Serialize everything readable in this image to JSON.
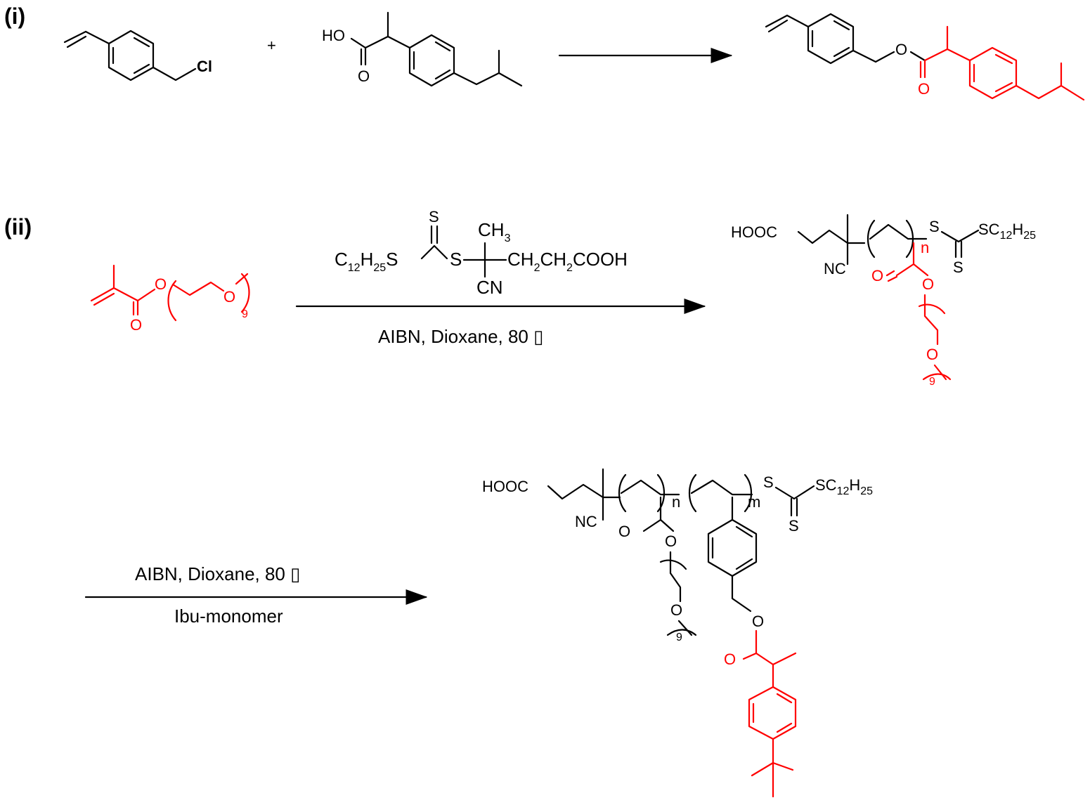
{
  "panels": {
    "i": {
      "tag": "(i)"
    },
    "ii": {
      "tag": "(ii)"
    }
  },
  "reaction_i": {
    "plus": "+",
    "cl": "Cl",
    "ho": "HO",
    "o_carbonyl": "O",
    "o_ester": "O"
  },
  "reaction_ii": {
    "raft_s_top": "S",
    "raft_c12": "C",
    "raft_c12_sub": "12",
    "raft_h25": "H",
    "raft_h25_sub": "25",
    "raft_s1": "S",
    "raft_s2": "S",
    "raft_ch3": "CH",
    "raft_ch3_sub": "3",
    "raft_chain": "CH",
    "raft_chain_sub1": "2",
    "raft_chain_mid": "CH",
    "raft_chain_sub2": "2",
    "raft_chain_end": "COOH",
    "raft_cn": "CN",
    "conditions_1": "AIBN, Dioxane, 80 ▯",
    "conditions_2": "AIBN, Dioxane, 80 ▯",
    "reagent_2": "Ibu-monomer",
    "peg_o": "O",
    "peg_repeat": "9",
    "p1_hooc": "HOOC",
    "p1_nc": "NC",
    "p1_n": "n",
    "p1_s1": "S",
    "p1_s2": "S",
    "p1_sc": "SC",
    "p1_sc_sub": "12",
    "p1_h": "H",
    "p1_h_sub": "25",
    "p2_hooc": "HOOC",
    "p2_nc": "NC",
    "p2_n": "n",
    "p2_m": "m",
    "p2_s1": "S",
    "p2_s2": "S",
    "p2_sc": "SC",
    "p2_sc_sub": "12",
    "p2_h": "H",
    "p2_h_sub": "25"
  },
  "colors": {
    "highlight": "#ff0000",
    "default": "#000000"
  }
}
